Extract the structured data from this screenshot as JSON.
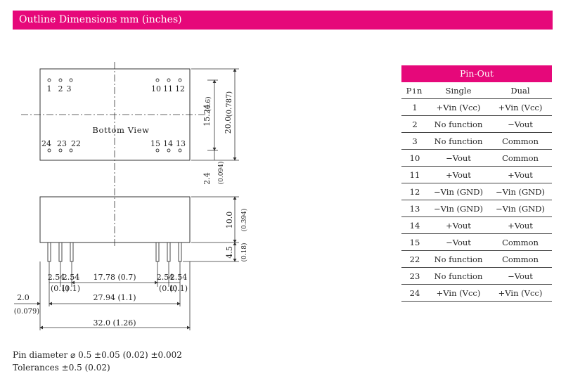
{
  "header": {
    "title": "Outline Dimensions mm (inches)"
  },
  "drawing": {
    "top_view": {
      "label": "Bottom View",
      "pins_top_left": [
        "1",
        "2",
        "3"
      ],
      "pins_top_right": [
        "10",
        "11",
        "12"
      ],
      "pins_bottom_left": [
        "24",
        "23",
        "22"
      ],
      "pins_bottom_right": [
        "15",
        "14",
        "13"
      ]
    },
    "dims": {
      "inner_height": "15.24",
      "inner_height_in": "(0.6)",
      "body_height": "20.0",
      "body_height_in": "(0.787)",
      "edge_offset": "2.4",
      "edge_offset_in": "(0.094)",
      "side_height": "10.0",
      "side_height_in": "(0.394)",
      "pin_length": "4.5",
      "pin_length_in": "(0.18)",
      "pitch_l1": "2.54",
      "pitch_l2": "2.54",
      "pitch_l_in1": "(0.1)",
      "pitch_l_in2": "(0.1)",
      "pitch_r1": "2.54",
      "pitch_r2": "2.54",
      "pitch_r_in1": "(0.1)",
      "pitch_r_in2": "(0.1)",
      "group_gap": "17.78 (0.7)",
      "pin_span": "27.94 (1.1)",
      "left_offset": "2.0",
      "left_offset_in": "(0.079)",
      "body_width": "32.0 (1.26)"
    }
  },
  "pinout": {
    "title": "Pin-Out",
    "headers": [
      "Pin",
      "Single",
      "Dual"
    ],
    "rows": [
      [
        "1",
        "+Vin (Vcc)",
        "+Vin (Vcc)"
      ],
      [
        "2",
        "No function",
        "−Vout"
      ],
      [
        "3",
        "No function",
        "Common"
      ],
      [
        "10",
        "−Vout",
        "Common"
      ],
      [
        "11",
        "+Vout",
        "+Vout"
      ],
      [
        "12",
        "−Vin (GND)",
        "−Vin (GND)"
      ],
      [
        "13",
        "−Vin (GND)",
        "−Vin (GND)"
      ],
      [
        "14",
        "+Vout",
        "+Vout"
      ],
      [
        "15",
        "−Vout",
        "Common"
      ],
      [
        "22",
        "No function",
        "Common"
      ],
      [
        "23",
        "No function",
        "−Vout"
      ],
      [
        "24",
        "+Vin (Vcc)",
        "+Vin (Vcc)"
      ]
    ]
  },
  "notes": {
    "pin_diameter": "Pin diameter ⌀ 0.5 ±0.05 (0.02) ±0.002",
    "tolerances": "Tolerances ±0.5 (0.02)"
  }
}
